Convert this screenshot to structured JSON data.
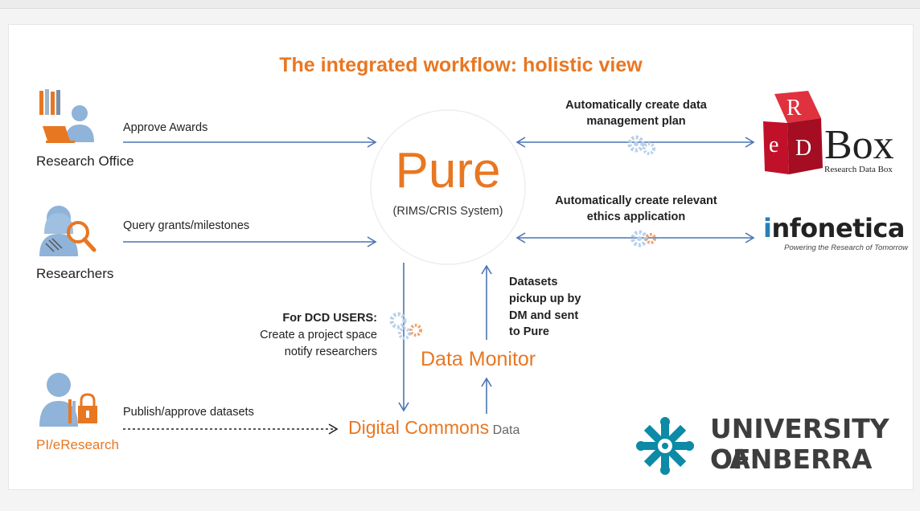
{
  "title": "The integrated workflow: holistic view",
  "roles": {
    "research_office": "Research Office",
    "researchers": "Researchers",
    "pi_eresearch": "PI/eResearch"
  },
  "flows": {
    "approve_awards": "Approve Awards",
    "query_grants": "Query grants/milestones",
    "publish_datasets": "Publish/approve datasets",
    "dmp_line1": "Automatically create data",
    "dmp_line2": "management plan",
    "ethics_line1": "Automatically create relevant",
    "ethics_line2": "ethics application",
    "dcd_heading": "For DCD USERS:",
    "dcd_line1": "Create a project space",
    "dcd_line2": "notify researchers",
    "datasets_line1": "Datasets",
    "datasets_line2": "pickup up by",
    "datasets_line3": "DM and sent",
    "datasets_line4": "to Pure"
  },
  "nodes": {
    "pure": "Pure",
    "pure_sub": "(RIMS/CRIS System)",
    "data_monitor": "Data Monitor",
    "digital_commons": "Digital Commons",
    "digital_commons_suffix": "Data"
  },
  "logos": {
    "redbox_letters": [
      "R",
      "e",
      "D"
    ],
    "redbox_word": "Box",
    "redbox_sub": "Research Data Box",
    "infonetica_word": "infonetica",
    "infonetica_sub": "Powering the Research of Tomorrow",
    "uc_line1": "UNIVERSITY OF",
    "uc_line2": "CANBERRA"
  },
  "colors": {
    "accent_orange": "#e87722",
    "arrow_blue": "#4a74b4",
    "icon_blue": "#8fb3d9",
    "redbox_red": "#d0112b",
    "uc_teal": "#0c8aa6",
    "dark_text": "#222222"
  },
  "icons": {
    "research_office": "person-at-laptop-icon",
    "researchers": "person-magnifier-icon",
    "pi_eresearch": "person-padlock-icon",
    "gears": "gears-icon"
  }
}
